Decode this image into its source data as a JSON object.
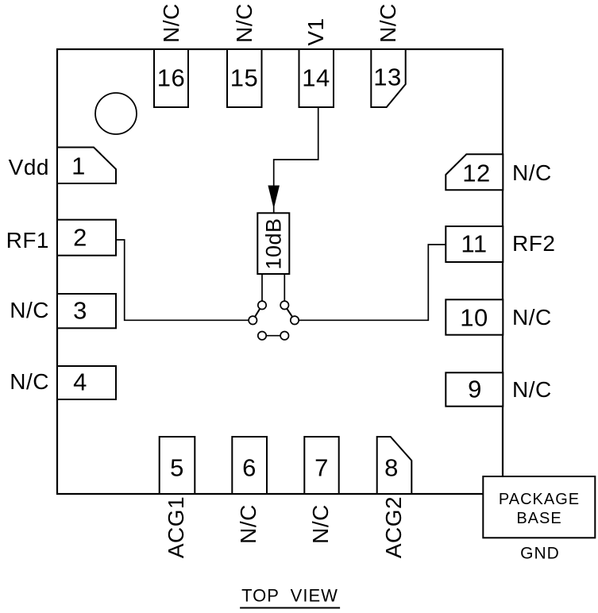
{
  "diagram": {
    "title": "TOP VIEW",
    "attenuator_label": "10dB",
    "package_base": {
      "line1": "PACKAGE",
      "line2": "BASE",
      "gnd": "GND"
    },
    "pins": {
      "top": [
        {
          "number": "16",
          "label": "N/C"
        },
        {
          "number": "15",
          "label": "N/C"
        },
        {
          "number": "14",
          "label": "V1"
        },
        {
          "number": "13",
          "label": "N/C"
        }
      ],
      "right": [
        {
          "number": "12",
          "label": "N/C"
        },
        {
          "number": "11",
          "label": "RF2"
        },
        {
          "number": "10",
          "label": "N/C"
        },
        {
          "number": "9",
          "label": "N/C"
        }
      ],
      "bottom": [
        {
          "number": "5",
          "label": "ACG1"
        },
        {
          "number": "6",
          "label": "N/C"
        },
        {
          "number": "7",
          "label": "N/C"
        },
        {
          "number": "8",
          "label": "ACG2"
        }
      ],
      "left": [
        {
          "number": "1",
          "label": "Vdd"
        },
        {
          "number": "2",
          "label": "RF1"
        },
        {
          "number": "3",
          "label": "N/C"
        },
        {
          "number": "4",
          "label": "N/C"
        }
      ]
    },
    "colors": {
      "line": "#000000",
      "background": "#ffffff"
    }
  }
}
